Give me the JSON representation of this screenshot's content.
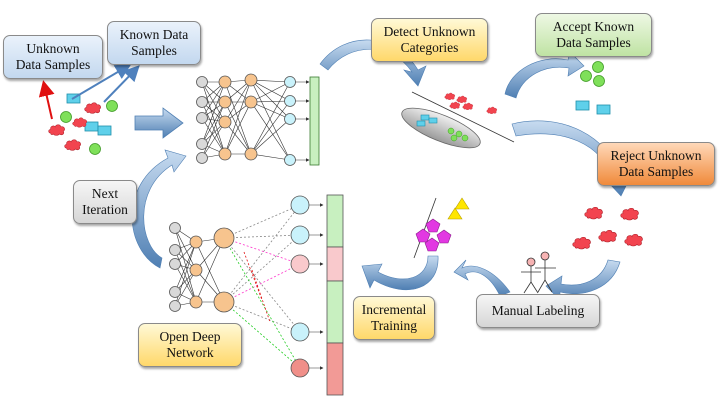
{
  "labels": {
    "unknown_samples": "Unknown\nData Samples",
    "known_samples": "Known Data\nSamples",
    "detect_unknown": "Detect Unknown\nCategories",
    "accept_known": "Accept Known\nData Samples",
    "reject_unknown": "Reject Unknown\nData Samples",
    "next_iteration": "Next\nIteration",
    "incremental_training": "Incremental\nTraining",
    "manual_labeling": "Manual Labeling",
    "open_deep_network": "Open Deep\nNetwork"
  },
  "colors": {
    "node_input": "#d9d9d9",
    "node_hidden": "#f7c48e",
    "node_output_known": "#c9f2fb",
    "node_output_pink": "#f9c9cc",
    "node_output_red": "#f08f89",
    "bar_green": "#c8f0c0",
    "bar_red": "#f29a96",
    "arrow_blue": "#5b87b8",
    "cloud_red": "#f2444f",
    "dot_green": "#7fe05a",
    "rect_cyan": "#5fd0ea",
    "triangle_yellow": "#ffe600",
    "pentagon_magenta": "#e238e2"
  }
}
